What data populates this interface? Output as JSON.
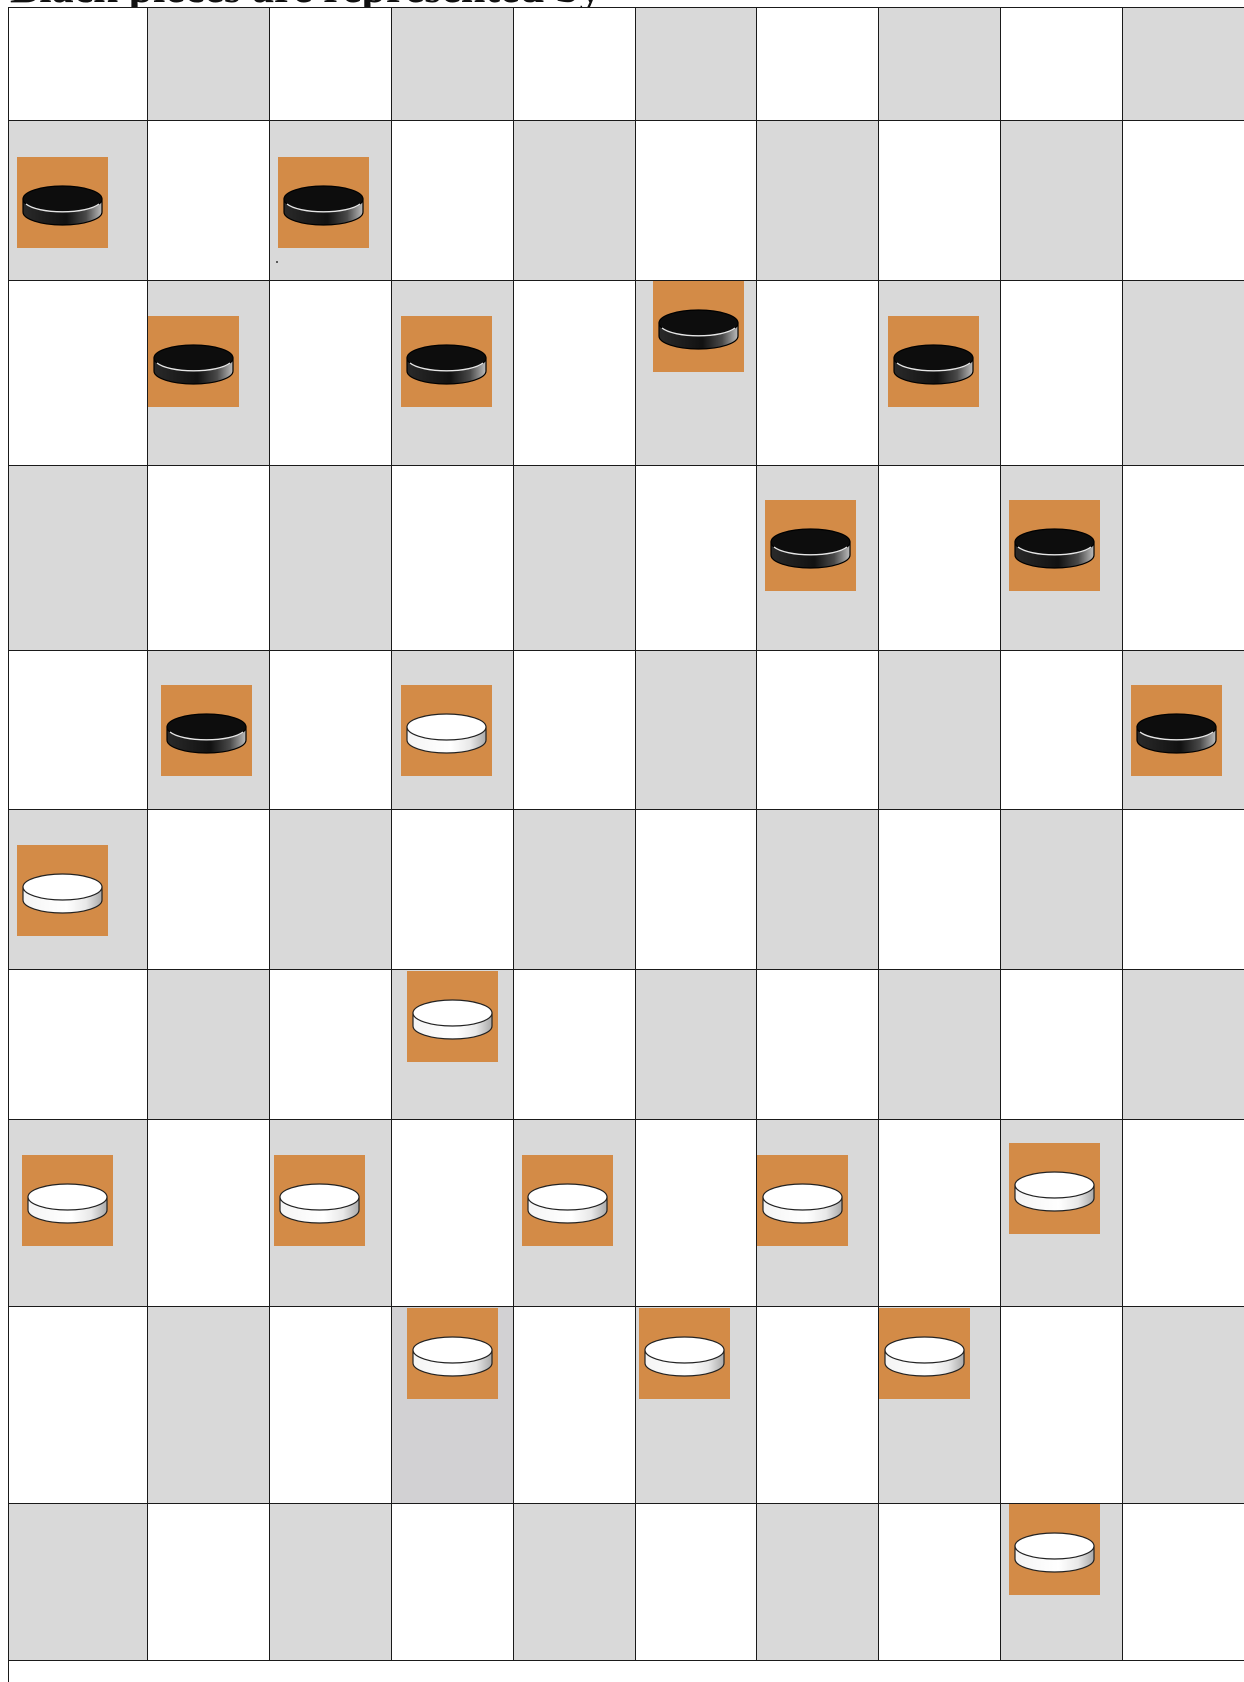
{
  "heading": {
    "text": "Black pieces are represented by"
  },
  "colors": {
    "light_square": "#ffffff",
    "dark_square": "#d9d9d9",
    "grid_line": "#1a1a1a",
    "piece_tile": "#d38b47",
    "black_piece": "#111111",
    "white_piece": "#ffffff"
  },
  "board": {
    "rows": 10,
    "cols": 10,
    "pieces": [
      {
        "color": "black",
        "row": 1,
        "col": 0
      },
      {
        "color": "black",
        "row": 1,
        "col": 2
      },
      {
        "color": "black",
        "row": 2,
        "col": 1
      },
      {
        "color": "black",
        "row": 2,
        "col": 3
      },
      {
        "color": "black",
        "row": 2,
        "col": 5
      },
      {
        "color": "black",
        "row": 2,
        "col": 7
      },
      {
        "color": "black",
        "row": 3,
        "col": 6
      },
      {
        "color": "black",
        "row": 3,
        "col": 8
      },
      {
        "color": "black",
        "row": 4,
        "col": 1
      },
      {
        "color": "white",
        "row": 4,
        "col": 3
      },
      {
        "color": "black",
        "row": 4,
        "col": 9
      },
      {
        "color": "white",
        "row": 5,
        "col": 0
      },
      {
        "color": "white",
        "row": 6,
        "col": 3
      },
      {
        "color": "white",
        "row": 7,
        "col": 0
      },
      {
        "color": "white",
        "row": 7,
        "col": 2
      },
      {
        "color": "white",
        "row": 7,
        "col": 4
      },
      {
        "color": "white",
        "row": 7,
        "col": 6
      },
      {
        "color": "white",
        "row": 7,
        "col": 8
      },
      {
        "color": "white",
        "row": 8,
        "col": 3
      },
      {
        "color": "white",
        "row": 8,
        "col": 5
      },
      {
        "color": "white",
        "row": 8,
        "col": 7
      },
      {
        "color": "white",
        "row": 9,
        "col": 8
      }
    ]
  }
}
